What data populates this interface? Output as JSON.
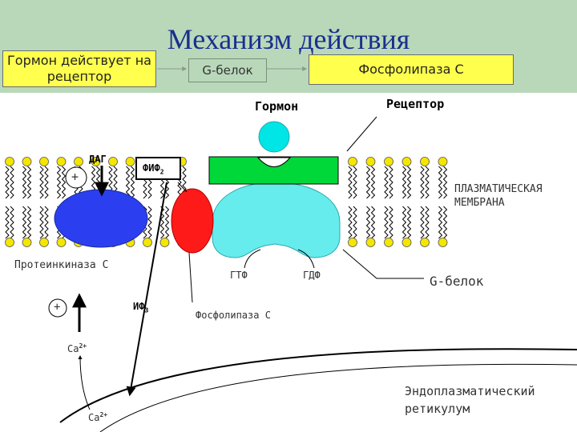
{
  "title": "Механизм действия",
  "flow": {
    "step1": "Гормон действует на рецептор",
    "step2": "G-белок",
    "step3": "Фосфолипаза С"
  },
  "labels": {
    "hormone": "Гормон",
    "receptor": "Рецептор",
    "membrane_line1": "ПЛАЗМАТИЧЕСКАЯ",
    "membrane_line2": "МЕМБРАНА",
    "dag": "ДАГ",
    "pip2": "ФИФ",
    "pip2_sub": "2",
    "ip3": "ИФ",
    "ip3_sub": "3",
    "plus": "+",
    "protein_kinase": "Протеинкиназа С",
    "gtp": "ГТФ",
    "gdp": "ГДФ",
    "g_protein": "G-белок",
    "phospholipase": "Фосфолипаза С",
    "ca": "Ca",
    "ca_charge": "2+",
    "er_line1": "Эндоплазматический",
    "er_line2": "ретикулум"
  },
  "colors": {
    "title": "#1b2f8f",
    "header_band": "#b9d8ba",
    "flow_box": "#ffff4d",
    "hormone": "#00e5e5",
    "receptor": "#00d83a",
    "g_protein": "#66ecec",
    "protein_kinase": "#2b3ff0",
    "phospholipase": "#ff1a1a",
    "lipid_head": "#f5e600"
  }
}
